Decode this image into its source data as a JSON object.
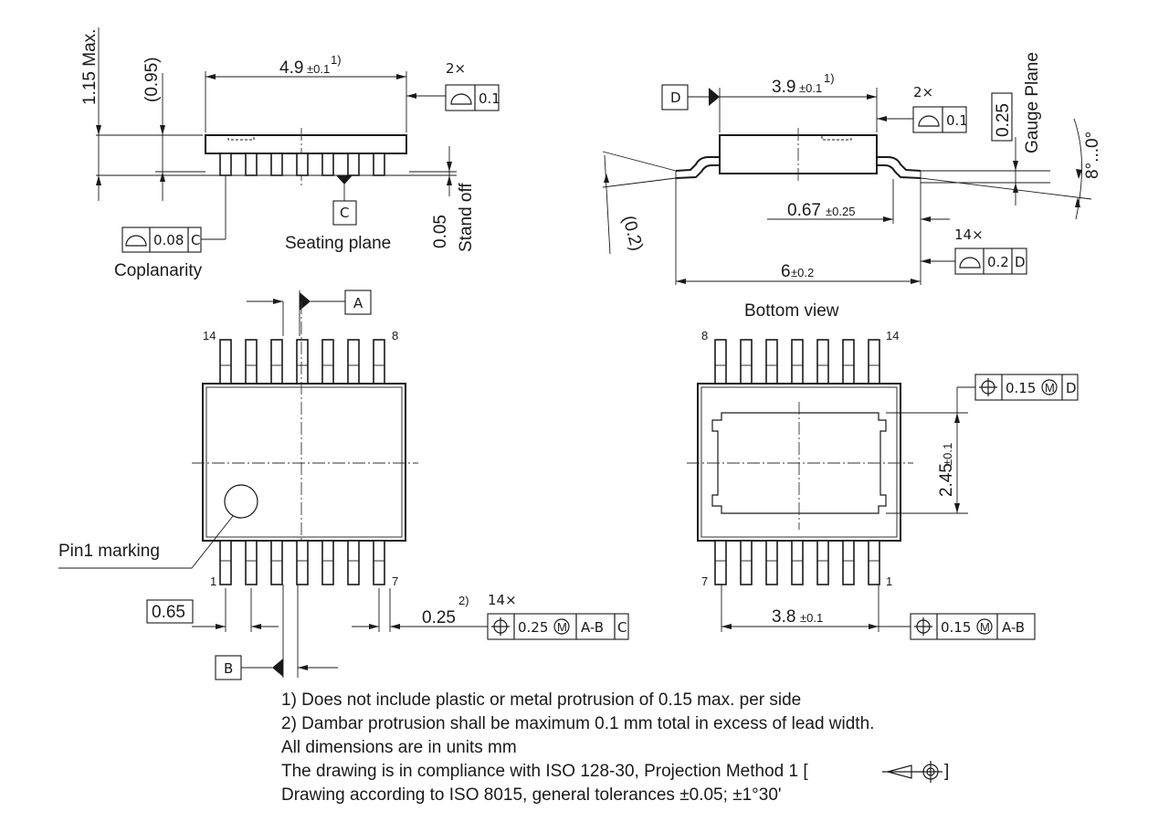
{
  "top_left_view": {
    "dim_length": "4.9",
    "dim_length_tol": "±0.1",
    "dim_length_note": "1)",
    "dim_height_max": "1.15 Max.",
    "dim_body_height": "(0.95)",
    "flatness_count": "2×",
    "flatness_value": "0.1",
    "datum_c": "C",
    "coplanarity_value": "0.08",
    "coplanarity_ref": "C",
    "coplanarity_label": "Coplanarity",
    "seating_plane_label": "Seating plane",
    "standoff_value": "0.05",
    "standoff_label": "Stand off"
  },
  "top_right_view": {
    "datum_d": "D",
    "dim_width": "3.9",
    "dim_width_tol": "±0.1",
    "dim_width_note": "1)",
    "flatness_count": "2×",
    "flatness_value": "0.1",
    "gauge_value": "0.25",
    "gauge_label": "Gauge Plane",
    "angle_label": "8°...0°",
    "dim_lead_thk": "(0.2)",
    "dim_foot": "0.67",
    "dim_foot_tol": "±0.25",
    "lead_count": "14×",
    "lead_prof_value": "0.2",
    "lead_prof_ref": "D",
    "dim_overall": "6",
    "dim_overall_tol": "±0.2"
  },
  "top_view": {
    "datum_a": "A",
    "datum_b": "B",
    "pin_14": "14",
    "pin_8": "8",
    "pin_1": "1",
    "pin_7": "7",
    "pin1_label": "Pin1 marking",
    "pitch": "0.65",
    "lead_width": "0.25",
    "lead_width_note": "2)",
    "lead_count": "14×",
    "pos_value": "0.25",
    "pos_mod": "M",
    "pos_ref1": "A-B",
    "pos_ref2": "C"
  },
  "bottom_view": {
    "title": "Bottom view",
    "pin_8": "8",
    "pin_14": "14",
    "pin_7": "7",
    "pin_1": "1",
    "pad_height": "2.45",
    "pad_height_tol": "±0.1",
    "pad_width": "3.8",
    "pad_width_tol": "±0.1",
    "pos1_value": "0.15",
    "pos1_mod": "M",
    "pos1_ref": "D",
    "pos2_value": "0.15",
    "pos2_mod": "M",
    "pos2_ref": "A-B"
  },
  "notes": {
    "line1": "1) Does not include plastic or metal protrusion of 0.15 max. per side",
    "line2": "2) Dambar protrusion shall be maximum 0.1 mm total in excess of lead width.",
    "line3": "All dimensions are in units mm",
    "line4": "The drawing is in compliance with ISO 128-30, Projection Method 1 [",
    "line4_end": "]",
    "line5": "Drawing according to ISO 8015, general tolerances ±0.05; ±1°30'"
  }
}
